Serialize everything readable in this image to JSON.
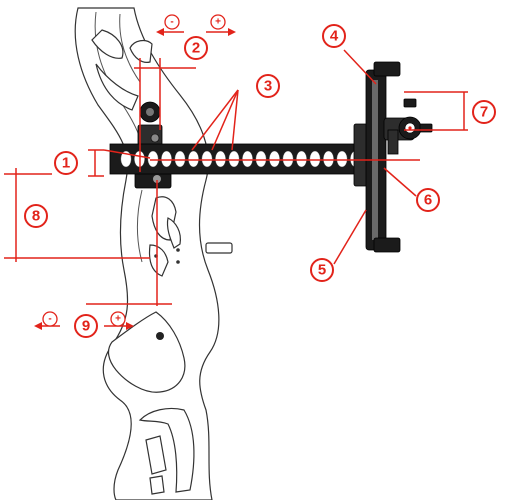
{
  "callouts": {
    "c1": "1",
    "c2": "2",
    "c3": "3",
    "c4": "4",
    "c5": "5",
    "c6": "6",
    "c7": "7",
    "c8": "8",
    "c9": "9"
  },
  "adjust_signs": {
    "top_minus": "-",
    "top_plus": "+",
    "bottom_minus": "-",
    "bottom_plus": "+"
  },
  "colors": {
    "annotation": "#e2231a",
    "sight_metal": "#1b1b1b",
    "riser_outline": "#333333"
  }
}
